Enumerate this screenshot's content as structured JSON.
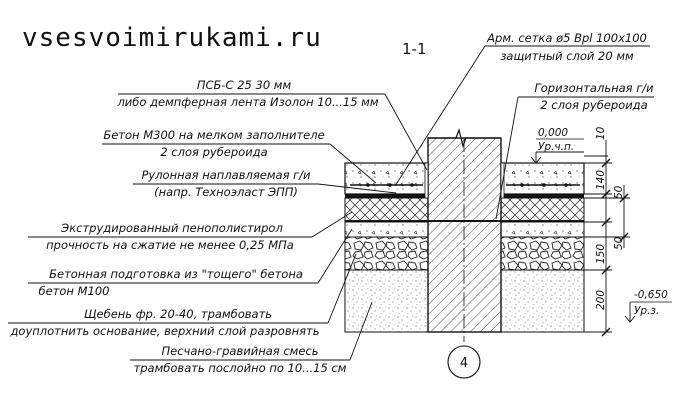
{
  "watermark": "vsesvoimirukami.ru",
  "section_mark": "1-1",
  "axis_label": "4",
  "left_labels": [
    {
      "line1": "ПСБ-С 25  30 мм",
      "line2": "либо демпферная лента Изолон 10...15 мм"
    },
    {
      "line1": "Бетон М300 на мелком заполнителе",
      "line2": "2 слоя рубероида"
    },
    {
      "line1": "Рулонная наплавляемая г/и",
      "line2": "(напр. Техноэласт ЭПП)"
    },
    {
      "line1": "Экструдированный пенополистирол",
      "line2": "прочность на сжатие не менее 0,25 МПа"
    },
    {
      "line1": "Бетонная подготовка из \"тощего\" бетона",
      "line2": "бетон М100"
    },
    {
      "line1": "Щебень фр. 20-40, трамбовать",
      "line2": "доуплотнить основание, верхний слой разровнять"
    },
    {
      "line1": "Песчано-гравийная смесь",
      "line2": "трамбовать послойно по 10...15 см"
    }
  ],
  "right_labels": [
    {
      "line1": "Арм. сетка ø5 Bpl 100x100",
      "line2": "защитный слой 20 мм"
    },
    {
      "line1": "Горизонтальная г/и",
      "line2": "2 слоя рубероида"
    }
  ],
  "level_top": {
    "value": "0,000",
    "label": "Ур.ч.п."
  },
  "level_bottom": {
    "value": "-0,650",
    "label": "Ур.з."
  },
  "dimensions": [
    "10",
    "140",
    "50",
    "50",
    "150",
    "200"
  ]
}
